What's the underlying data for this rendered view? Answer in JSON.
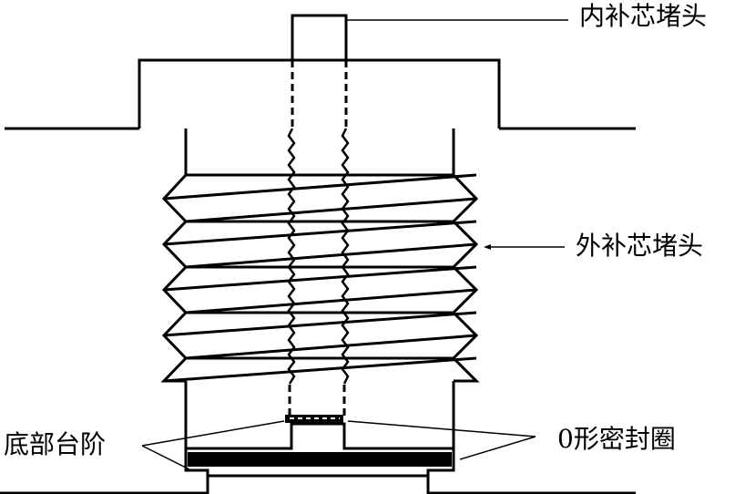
{
  "labels": {
    "inner_plug": "内补芯堵头",
    "outer_plug": "外补芯堵头",
    "bottom_step": "底部台阶",
    "o_ring": "0形密封圈"
  }
}
